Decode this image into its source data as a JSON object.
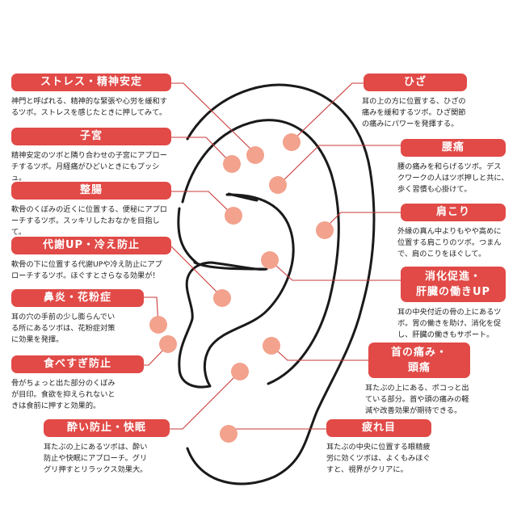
{
  "diagram": {
    "subject": "耳のツボ",
    "colors": {
      "label_fill": "#e14a47",
      "label_text": "#ffffff",
      "dot": "#f2a28d",
      "leader_line": "#c9393a",
      "ear_outline": "#1a1a1a"
    },
    "left_points": [
      {
        "title": "ストレス・精神安定",
        "desc": "神門と呼ばれる、精神的な緊張や心労を緩和す\nるツボ。ストレスを感じたときに押してみて。"
      },
      {
        "title": "子宮",
        "desc": "精神安定のツボと隣り合わせの子宮にアプロー\nチするツボ。月経痛がひどいときにもプッシュ。"
      },
      {
        "title": "整腸",
        "desc": "軟骨のくぼみの近くに位置する、便秘にアプロ\nーチするツボ。スッキリしたおなかを目指して。"
      },
      {
        "title": "代謝UP・冷え防止",
        "desc": "軟骨の下に位置する代謝UPや冷え防止にアプ\nローチするツボ。ほぐすとさらなる効果が！"
      },
      {
        "title": "鼻炎・花粉症",
        "desc": "耳の穴の手前の少し膨らんでい\nる所にあるツボは、花粉症対策\nに効果を発揮。"
      },
      {
        "title": "食べすぎ防止",
        "desc": "骨がちょっと出た部分のくぼみ\nが目印。食欲を抑えられないと\nきは食前に押すと効果的。"
      },
      {
        "title": "酔い防止・快眠",
        "desc": "耳たぶの上にあるツボは、酔い\n防止や快眠にアプローチ。グリ\nグリ押すとリラックス効果大。"
      }
    ],
    "right_points": [
      {
        "title": "ひざ",
        "desc": "耳の上の方に位置する、ひざの\n痛みを緩和するツボ。ひざ関節\nの痛みにパワーを発揮する。"
      },
      {
        "title": "腰痛",
        "desc": "腰の痛みを和らげるツボ。デス\nクワークの人はツボ押しと共に、\n歩く習慣も心掛けて。"
      },
      {
        "title": "肩こり",
        "desc": "外縁の真ん中よりもやや高めに\n位置する肩こりのツボ。つまん\nで、肩のこりをほぐして。"
      },
      {
        "title_line1": "消化促進・",
        "title_line2": "肝臓の働きUP",
        "desc": "耳の中央付近の骨の上にあるツ\nボ。胃の働きを助け、消化を促\nし、肝臓の働きもサポート。"
      },
      {
        "title_line1": "首の痛み・",
        "title_line2": "頭痛",
        "desc": "耳たぶの上にある、ポコっと出\nている部分。首や頭の痛みの軽\n減や改善効果が期待できる。"
      },
      {
        "title": "疲れ目",
        "desc": "耳たぶの中央に位置する眼精疲\n労に効くツボは、よくもみほぐ\nすと、視界がクリアに。"
      }
    ]
  }
}
